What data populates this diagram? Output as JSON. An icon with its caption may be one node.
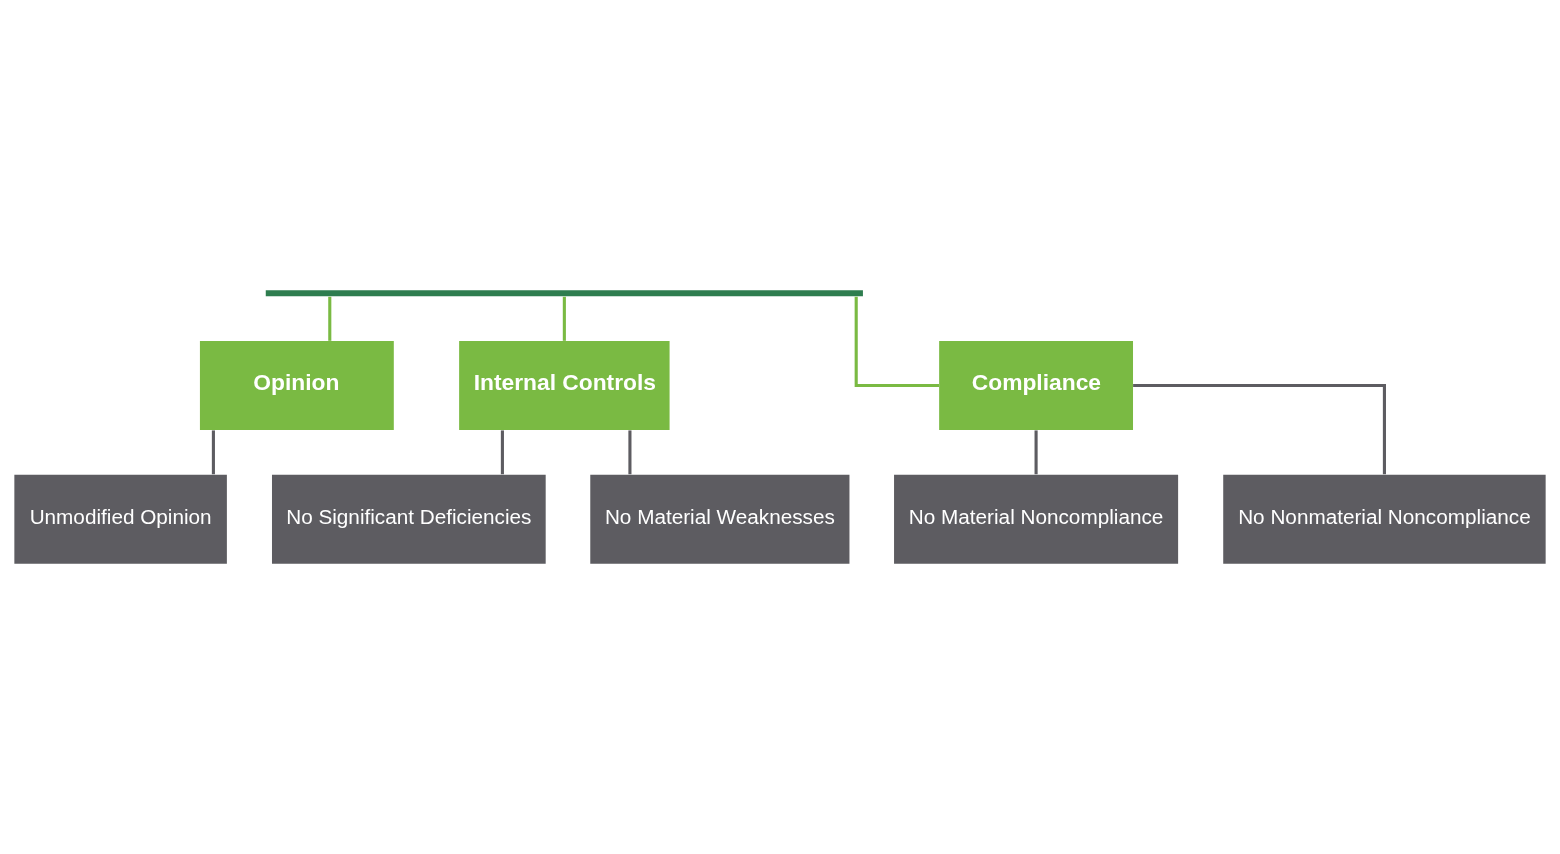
{
  "diagram": {
    "nodes": [
      {
        "text": [],
        "shape": "bar"
      },
      {
        "text": [
          "Opinion"
        ]
      },
      {
        "text": [
          "Internal Controls"
        ]
      },
      {
        "text": [
          "Compliance"
        ]
      },
      {
        "text": [
          "Unmodified Opinion"
        ]
      },
      {
        "text": [
          "No Significant Deficiencies"
        ]
      },
      {
        "text": [
          "No Material Weaknesses"
        ]
      },
      {
        "text": [
          "No Material Noncompliance"
        ]
      },
      {
        "text": [
          "No Nonmaterial Noncompliance"
        ]
      }
    ],
    "edges": [
      {
        "from": 0,
        "to": 1,
        "arrow": "none",
        "color": "#7aba43"
      },
      {
        "from": 0,
        "to": 2,
        "arrow": "none",
        "color": "#7aba43"
      },
      {
        "from": 0,
        "to": 3,
        "arrow": "none",
        "color": "#7aba43"
      },
      {
        "from": 1,
        "to": 4,
        "arrow": "none"
      },
      {
        "from": 2,
        "to": 5,
        "arrow": "none"
      },
      {
        "from": 2,
        "to": 6,
        "arrow": "none"
      },
      {
        "from": 3,
        "to": 7,
        "arrow": "none"
      },
      {
        "from": 3,
        "to": 8,
        "arrow": "none"
      }
    ]
  }
}
